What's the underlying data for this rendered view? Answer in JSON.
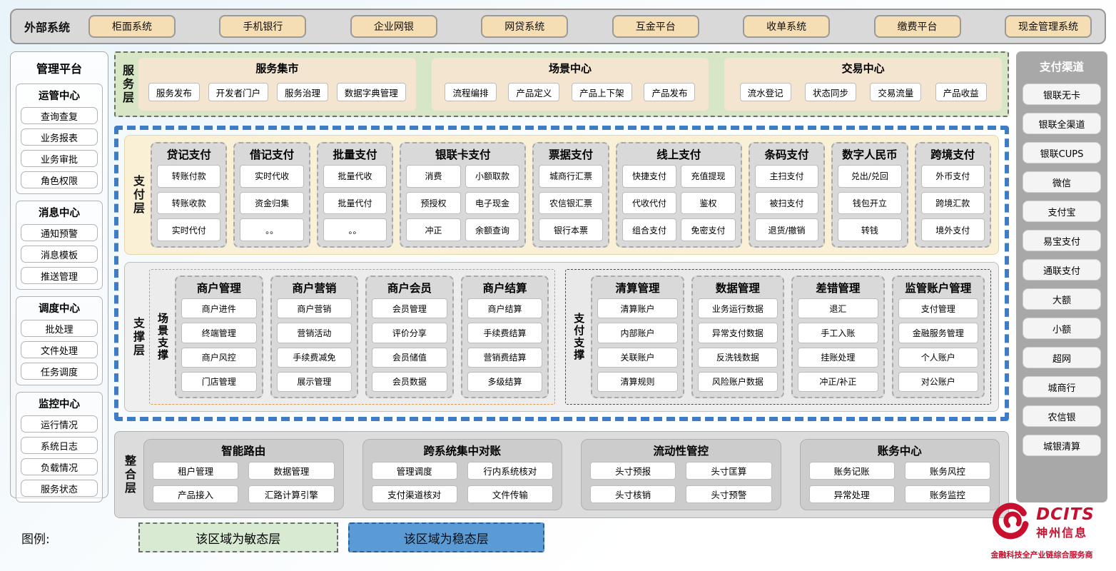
{
  "topbar": {
    "label": "外部系统",
    "items": [
      "柜面系统",
      "手机银行",
      "企业网银",
      "网贷系统",
      "互金平台",
      "收单系统",
      "缴费平台",
      "现金管理系统"
    ]
  },
  "sidebar": {
    "title": "管理平台",
    "sections": [
      {
        "title": "运管中心",
        "items": [
          "查询查复",
          "业务报表",
          "业务审批",
          "角色权限"
        ]
      },
      {
        "title": "消息中心",
        "items": [
          "通知预警",
          "消息模板",
          "推送管理"
        ]
      },
      {
        "title": "调度中心",
        "items": [
          "批处理",
          "文件处理",
          "任务调度"
        ]
      },
      {
        "title": "监控中心",
        "items": [
          "运行情况",
          "系统日志",
          "负载情况",
          "服务状态"
        ]
      }
    ]
  },
  "service_layer": {
    "label": "服务层",
    "groups": [
      {
        "title": "服务集市",
        "items": [
          "服务发布",
          "开发者门户",
          "服务治理",
          "数据字典管理"
        ]
      },
      {
        "title": "场景中心",
        "items": [
          "流程编排",
          "产品定义",
          "产品上下架",
          "产品发布"
        ]
      },
      {
        "title": "交易中心",
        "items": [
          "流水登记",
          "状态同步",
          "交易流量",
          "产品收益"
        ]
      }
    ]
  },
  "payment_layer": {
    "label": "支付层",
    "groups": [
      {
        "title": "贷记支付",
        "cols": 1,
        "items": [
          "转账付款",
          "转账收款",
          "实时代付"
        ]
      },
      {
        "title": "借记支付",
        "cols": 1,
        "items": [
          "实时代收",
          "资金归集",
          "。。"
        ]
      },
      {
        "title": "批量支付",
        "cols": 1,
        "items": [
          "批量代收",
          "批量代付",
          "。。"
        ]
      },
      {
        "title": "银联卡支付",
        "cols": 2,
        "items": [
          "消费",
          "小额取款",
          "预授权",
          "电子现金",
          "冲正",
          "余额查询"
        ]
      },
      {
        "title": "票据支付",
        "cols": 1,
        "items": [
          "城商行汇票",
          "农信银汇票",
          "银行本票"
        ]
      },
      {
        "title": "线上支付",
        "cols": 2,
        "items": [
          "快捷支付",
          "充值提现",
          "代收代付",
          "鉴权",
          "组合支付",
          "免密支付"
        ]
      },
      {
        "title": "条码支付",
        "cols": 1,
        "items": [
          "主扫支付",
          "被扫支付",
          "退货/撤销"
        ]
      },
      {
        "title": "数字人民币",
        "cols": 1,
        "items": [
          "兑出/兑回",
          "钱包开立",
          "转钱"
        ]
      },
      {
        "title": "跨境支付",
        "cols": 1,
        "items": [
          "外币支付",
          "跨境汇款",
          "境外支付"
        ]
      }
    ]
  },
  "support_layer": {
    "label": "支撑层",
    "sections": [
      {
        "label": "场景支撑",
        "style": "orange",
        "groups": [
          {
            "title": "商户管理",
            "items": [
              "商户进件",
              "终端管理",
              "商户风控",
              "门店管理"
            ]
          },
          {
            "title": "商户营销",
            "items": [
              "商户营销",
              "营销活动",
              "手续费减免",
              "展示管理"
            ]
          },
          {
            "title": "商户会员",
            "items": [
              "会员管理",
              "评价分享",
              "会员储值",
              "会员数据"
            ]
          },
          {
            "title": "商户结算",
            "items": [
              "商户结算",
              "手续费结算",
              "营销费结算",
              "多级结算"
            ]
          }
        ]
      },
      {
        "label": "支付支撑",
        "style": "dark",
        "groups": [
          {
            "title": "清算管理",
            "items": [
              "清算账户",
              "内部账户",
              "关联账户",
              "清算规则"
            ]
          },
          {
            "title": "数据管理",
            "items": [
              "业务运行数据",
              "异常支付数据",
              "反洗钱数据",
              "风险账户数据"
            ]
          },
          {
            "title": "差错管理",
            "items": [
              "退汇",
              "手工入账",
              "挂账处理",
              "冲正/补正"
            ]
          },
          {
            "title": "监管账户管理",
            "items": [
              "支付管理",
              "金融服务管理",
              "个人账户",
              "对公账户"
            ]
          }
        ]
      }
    ]
  },
  "integration_layer": {
    "label": "整合层",
    "groups": [
      {
        "title": "智能路由",
        "items": [
          "租户管理",
          "数据管理",
          "产品接入",
          "汇路计算引擎"
        ]
      },
      {
        "title": "跨系统集中对账",
        "items": [
          "管理调度",
          "行内系统核对",
          "支付渠道核对",
          "文件传输"
        ]
      },
      {
        "title": "流动性管控",
        "items": [
          "头寸预报",
          "头寸匡算",
          "头寸核销",
          "头寸预警"
        ]
      },
      {
        "title": "账务中心",
        "items": [
          "账务记账",
          "账务风控",
          "异常处理",
          "账务监控"
        ]
      }
    ]
  },
  "channels": {
    "title": "支付渠道",
    "items": [
      "银联无卡",
      "银联全渠道",
      "银联CUPS",
      "微信",
      "支付宝",
      "易宝支付",
      "通联支付",
      "大额",
      "小额",
      "超网",
      "城商行",
      "农信银",
      "城银清算"
    ]
  },
  "legend": {
    "label": "图例:",
    "agile": "该区域为敏态层",
    "stable": "该区域为稳态层"
  },
  "logo": {
    "brand": "DCITS",
    "company": "神州信息",
    "tagline": "金融科技全产业链综合服务商"
  },
  "colors": {
    "agile_fill": "#d7e7c6",
    "stable_border": "#3e7cc4",
    "stable_fill": "#5b9bd5",
    "payment_fill": "#faf0d5",
    "group_fill": "#d9d9d9",
    "tan_button": "#f5ddb4",
    "brand_red": "#c8102e"
  }
}
